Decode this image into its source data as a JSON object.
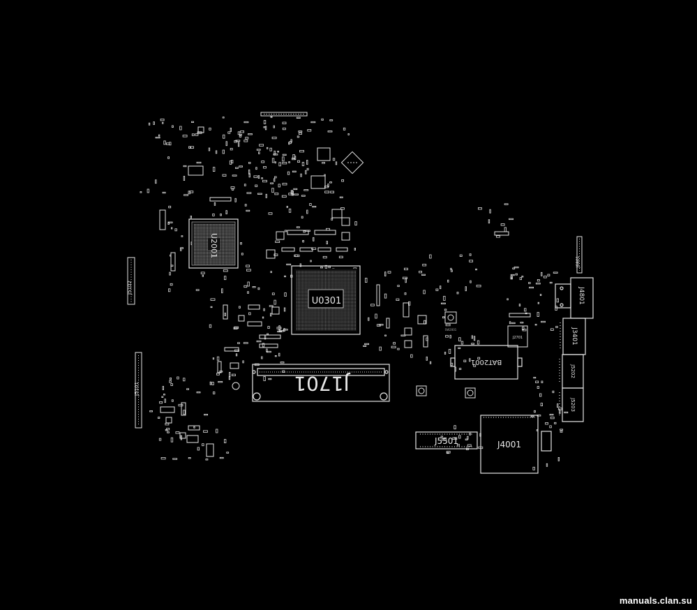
{
  "designators": {
    "u0301": "U0301",
    "u2001": "U2001",
    "j1701": "J1701",
    "j5501": "J5501",
    "j4001": "J4001",
    "bat2001": "BAT2001",
    "j4801": "J4801",
    "j3401": "J3401",
    "j5202": "J5202",
    "j5203": "J5203",
    "j5101": "J5101",
    "j5102": "J5102",
    "j2701": "J2701",
    "j6801": "J6801",
    "sw2001": "SW2001"
  },
  "watermark": "manuals.clan.su",
  "colors": {
    "background": "#000000",
    "outline": "#e6e6e6",
    "text": "#ffffff"
  }
}
